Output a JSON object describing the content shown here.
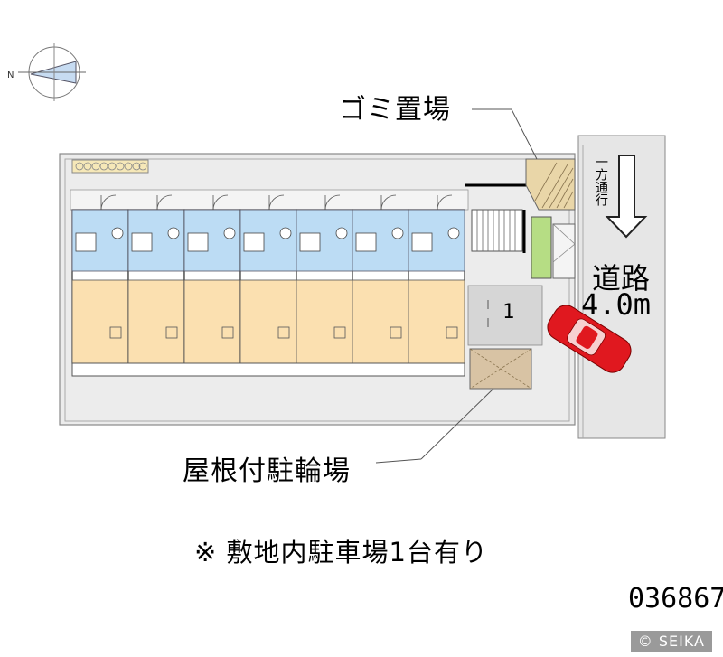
{
  "labels": {
    "garbage_area": "ゴミ置場",
    "road_name": "道路",
    "road_width": "4.0m",
    "one_way": "一方通行",
    "parking_slot_number": "1",
    "covered_bicycle_parking": "屋根付駐輪場",
    "note": "※ 敷地内駐車場1台有り",
    "property_code": "036867",
    "copyright": "© SEIKA"
  },
  "icons": {
    "compass": "compass-rose-icon",
    "car": "parked-car-icon",
    "arrow": "one-way-arrow-icon"
  },
  "colors": {
    "room_floor": "#fbe0b0",
    "wet_area": "#bcdcf4",
    "lot_ground": "#ececec",
    "road": "#e6e6e6",
    "car": "#e0181f",
    "bicycle_area": "#d8c3a4",
    "planting": "#b6dd84",
    "garbage_area": "#e9d6a8"
  },
  "units_count": 7
}
